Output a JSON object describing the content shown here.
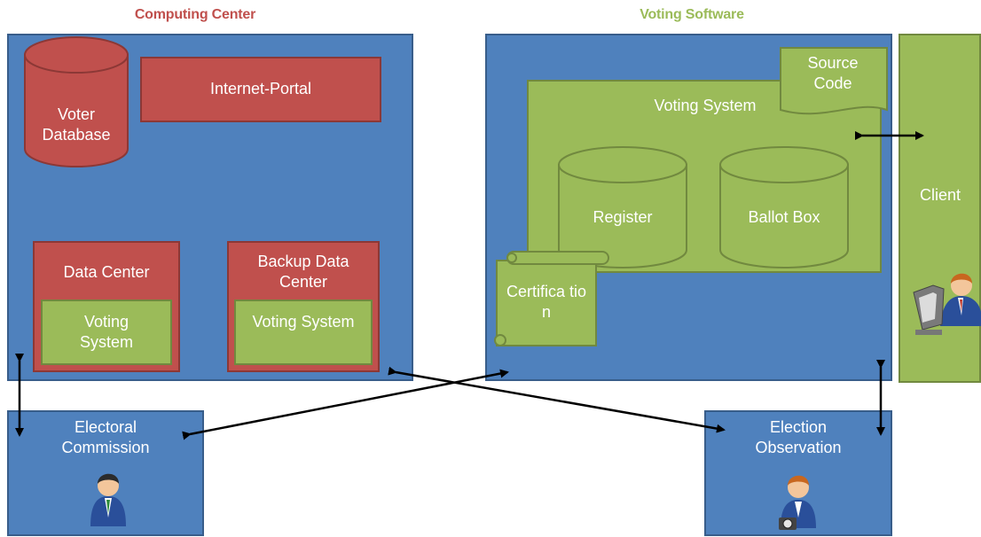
{
  "headings": {
    "computing_center": "Computing Center",
    "voting_software": "Voting Software"
  },
  "computing_center": {
    "voter_database": "Voter Database",
    "internet_portal": "Internet-Portal",
    "data_center": {
      "label": "Data Center",
      "voting_system": "Voting System"
    },
    "backup_data_center": {
      "label": "Backup Data Center",
      "voting_system": "Voting System"
    }
  },
  "voting_software": {
    "source_code": "Source Code",
    "voting_system": "Voting System",
    "register": "Register",
    "ballot_box": "Ballot Box",
    "certification": "Certifica tion"
  },
  "client": {
    "label": "Client",
    "icon": "user-at-computer-icon"
  },
  "electoral_commission": {
    "label": "Electoral Commission",
    "icon": "person-icon"
  },
  "election_observation": {
    "label": "Election Observation",
    "icon": "person-with-camera-icon"
  },
  "colors": {
    "blue_fill": "#4f81bd",
    "red_fill": "#c0504d",
    "green_fill": "#9bbb59",
    "heading_red": "#c0504d",
    "heading_green": "#9bbb59"
  }
}
